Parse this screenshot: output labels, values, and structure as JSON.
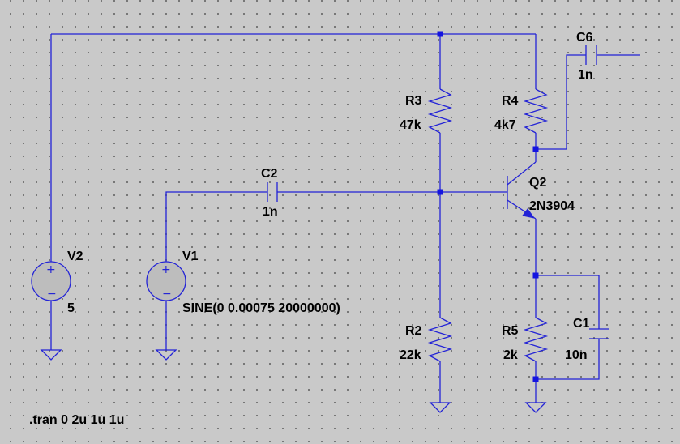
{
  "components": {
    "C6": {
      "name": "C6",
      "value": "1n"
    },
    "R3": {
      "name": "R3",
      "value": "47k"
    },
    "R4": {
      "name": "R4",
      "value": "4k7"
    },
    "C2": {
      "name": "C2",
      "value": "1n"
    },
    "Q2": {
      "name": "Q2",
      "value": "2N3904"
    },
    "V2": {
      "name": "V2",
      "value": "5"
    },
    "V1": {
      "name": "V1",
      "value": "SINE(0 0.00075 20000000)"
    },
    "R2": {
      "name": "R2",
      "value": "22k"
    },
    "R5": {
      "name": "R5",
      "value": "2k"
    },
    "C1": {
      "name": "C1",
      "value": "10n"
    }
  },
  "directive": ".tran 0 2u 1u 1u",
  "colors": {
    "wire": "#2323d6",
    "junction": "#1414e0",
    "background": "#c9c9c9",
    "grid_dot": "#6a6a6a",
    "text": "#000000"
  }
}
